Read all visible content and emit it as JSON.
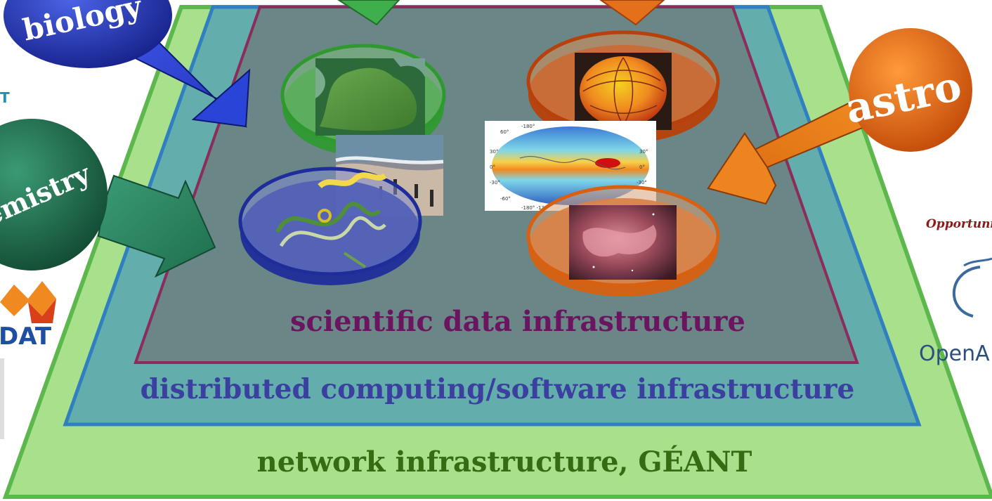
{
  "layers": {
    "network": "network infrastructure, GÉANT",
    "computing": "distributed computing/software infrastructure",
    "data": "scientific data infrastructure"
  },
  "badges": {
    "biology": "biology",
    "chemistry": "chemistry",
    "astro": "astro"
  },
  "side_text": {
    "opportunities": "Opportunitie",
    "open_logo": "OpenA",
    "left_logo": "DAT",
    "left_top_fragment": "T"
  },
  "colors": {
    "network_fill": "#a8e08c",
    "network_edge": "#5cb84c",
    "computing_fill": "#63aeac",
    "computing_edge": "#2f7fc1",
    "data_fill": "#6a8686",
    "data_edge": "#8b2c5a",
    "data_text": "#6b1560",
    "computing_text": "#3a3fa0",
    "network_text": "#356b12"
  }
}
